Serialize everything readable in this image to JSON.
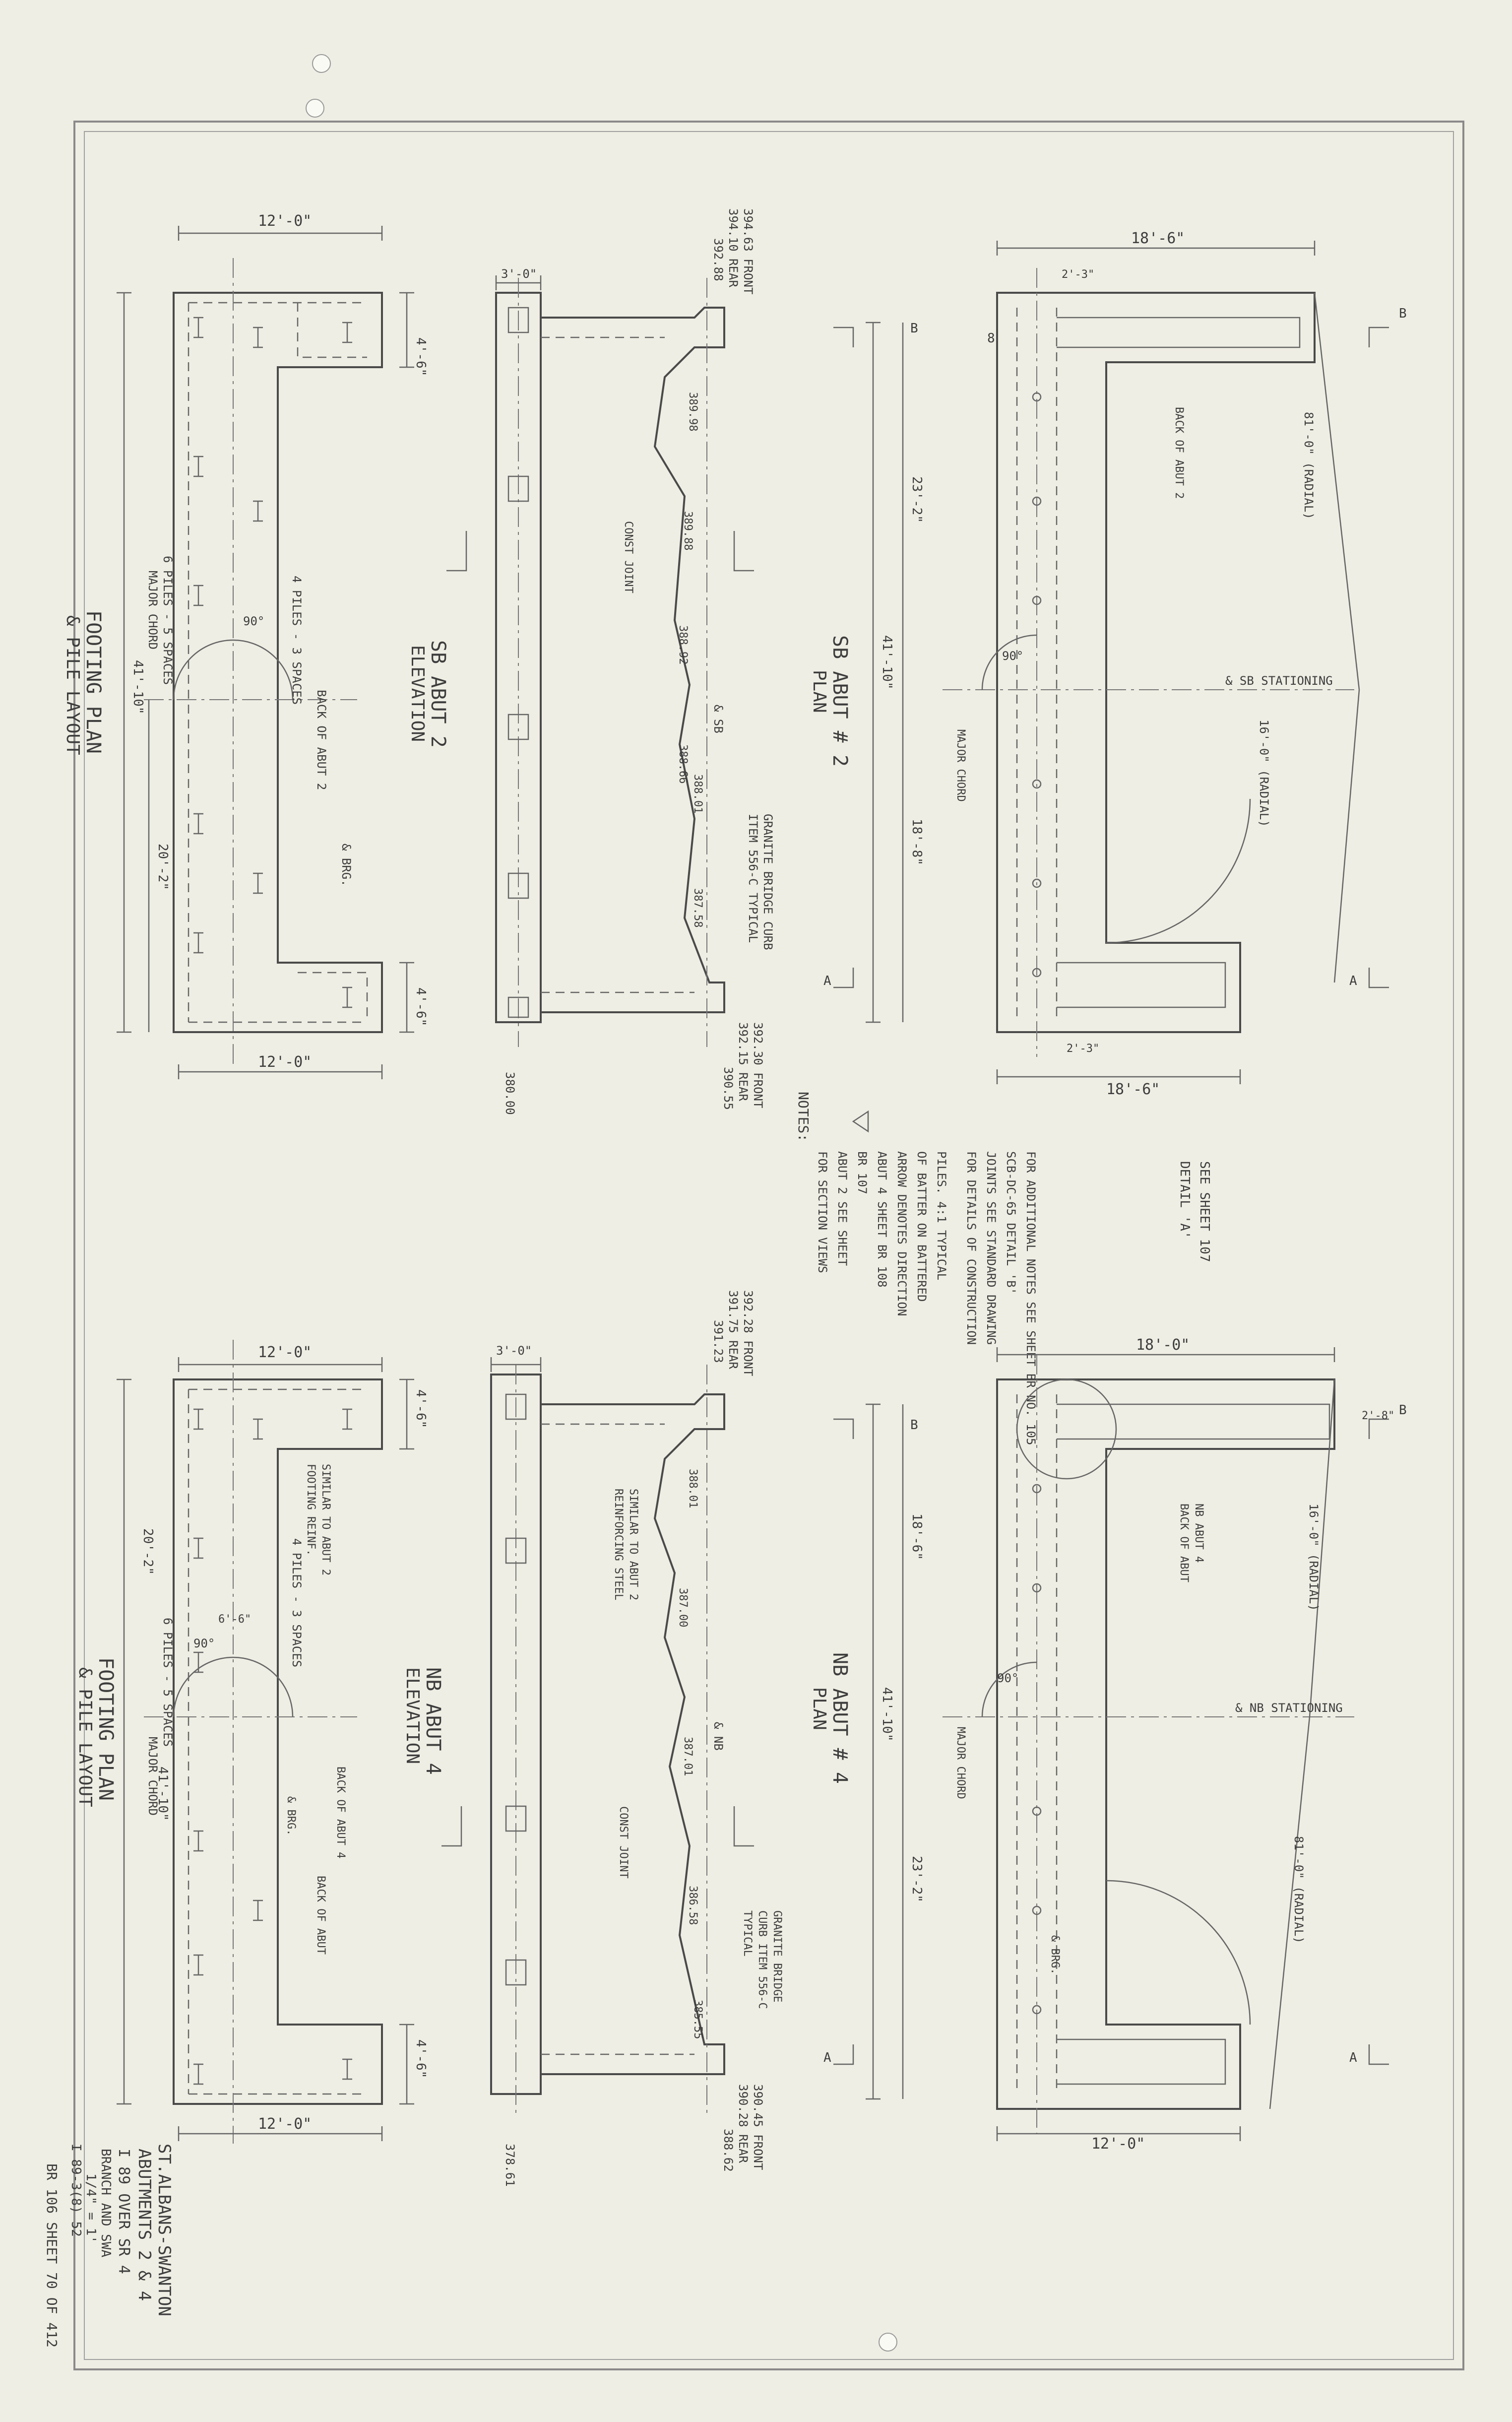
{
  "colors": {
    "paper": "#efeee4",
    "ink": "#4a4a4a"
  },
  "sheet_ref": "BR 106 SHEET 70 OF 412",
  "title_block": {
    "line1": "ST.ALBANS-SWANTON",
    "line2": "ABUTMENTS 2 & 4",
    "line3": "I 89 OVER SR 4",
    "line4": "BRANCH AND SWA",
    "line5": "1/4\" = 1'",
    "line6": "I 89-3(8) 52"
  },
  "notes": {
    "heading": "NOTES:",
    "lines": [
      "FOR SECTION VIEWS",
      "ABUT 2 SEE SHEET",
      "BR 107",
      "ABUT 4 SHEET BR 108",
      "ARROW DENOTES DIRECTION",
      "OF BATTER ON BATTERED",
      "PILES. 4:1 TYPICAL",
      "FOR DETAILS OF CONSTRUCTION",
      "JOINTS SEE STANDARD DRAWING",
      "SCB-DC-65 DETAIL 'B'",
      "FOR ADDITIONAL NOTES SEE SHEET BR NO. 105"
    ]
  },
  "detail_ref": {
    "line1": "DETAIL 'A'",
    "line2": "SEE SHEET 107"
  },
  "views": {
    "sb_footing": {
      "title": "FOOTING PLAN",
      "subtitle": "& PILE LAYOUT",
      "dims": [
        "12'-0\"",
        "12'-0\"",
        "4'-6\"",
        "4'-6\"",
        "20'-2\"",
        "41'-10\""
      ],
      "notes": [
        "6 PILES - 5 SPACES",
        "4 PILES - 3 SPACES",
        "MAJOR CHORD",
        "BACK OF ABUT 2",
        "& BRG.",
        "90°"
      ]
    },
    "sb_elevation": {
      "title": "SB ABUT 2",
      "subtitle": "ELEVATION",
      "elevations": [
        "394.63 FRONT",
        "394.10 REAR",
        "392.88",
        "389.98",
        "389.88",
        "388.92",
        "388.66",
        "388.01",
        "387.58",
        "392.30 FRONT",
        "392.15 REAR",
        "390.55",
        "380.00"
      ],
      "notes": [
        "CONST JOINT",
        "GRANITE BRIDGE CURB",
        "ITEM 556-C TYPICAL",
        "& SB",
        "3'-0\""
      ]
    },
    "sb_plan": {
      "title": "SB ABUT # 2",
      "subtitle": "PLAN",
      "dims": [
        "18'-6\"",
        "18'-6\"",
        "23'-2\"",
        "18'-8\"",
        "41'-10\"",
        "2'-3\"",
        "2'-3\""
      ],
      "notes": [
        "& SB STATIONING",
        "81'-0\" (RADIAL)",
        "16'-0\" (RADIAL)",
        "BACK OF ABUT 2",
        "MAJOR CHORD",
        "90°",
        "8",
        "A",
        "B",
        "A",
        "B"
      ]
    },
    "nb_footing": {
      "title": "FOOTING PLAN",
      "subtitle": "& PILE LAYOUT",
      "dims": [
        "12'-0\"",
        "12'-0\"",
        "4'-6\"",
        "4'-6\"",
        "20'-2\"",
        "41'-10\""
      ],
      "notes": [
        "FOOTING REINF.",
        "SIMILAR TO ABUT 2",
        "6 PILES - 5 SPACES",
        "4 PILES - 3 SPACES",
        "MAJOR CHORD",
        "BACK OF ABUT 4",
        "BACK OF ABUT",
        "& BRG.",
        "90°",
        "6'-6\""
      ]
    },
    "nb_elevation": {
      "title": "NB ABUT 4",
      "subtitle": "ELEVATION",
      "elevations": [
        "392.28 FRONT",
        "391.75 REAR",
        "391.23",
        "388.01",
        "387.00",
        "387.01",
        "386.58",
        "385.55",
        "390.45 FRONT",
        "390.28 REAR",
        "388.62",
        "378.61"
      ],
      "notes": [
        "REINFORCING STEEL",
        "SIMILAR TO ABUT 2",
        "CONST JOINT",
        "GRANITE BRIDGE",
        "CURB ITEM 556-C",
        "TYPICAL",
        "& NB",
        "3'-0\""
      ]
    },
    "nb_plan": {
      "title": "NB ABUT # 4",
      "subtitle": "PLAN",
      "dims": [
        "18'-0\"",
        "18'-6\"",
        "23'-2\"",
        "41'-10\"",
        "12'-0\"",
        "2'-8\""
      ],
      "notes": [
        "& NB STATIONING",
        "16'-0\" (RADIAL)",
        "81'-0\" (RADIAL)",
        "BACK OF ABUT",
        "NB ABUT 4",
        "MAJOR CHORD",
        "& BRG.",
        "90°",
        "A",
        "B",
        "A",
        "B"
      ]
    }
  }
}
